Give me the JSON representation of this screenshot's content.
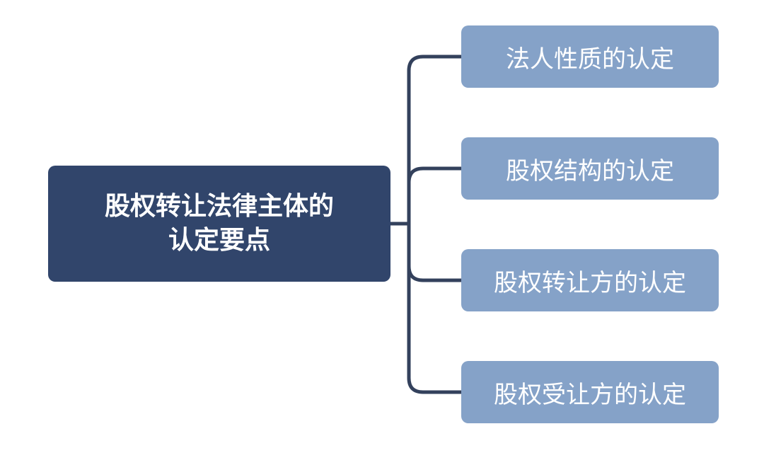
{
  "root": {
    "line1": "股权转让法律主体的",
    "line2": "认定要点"
  },
  "children": [
    {
      "label": "法人性质的认定"
    },
    {
      "label": "股权结构的认定"
    },
    {
      "label": "股权转让方的认定"
    },
    {
      "label": "股权受让方的认定"
    }
  ],
  "colors": {
    "root_fill": "#31456b",
    "child_fill": "#85a2c8",
    "connector": "#33415c",
    "text": "#ffffff"
  }
}
